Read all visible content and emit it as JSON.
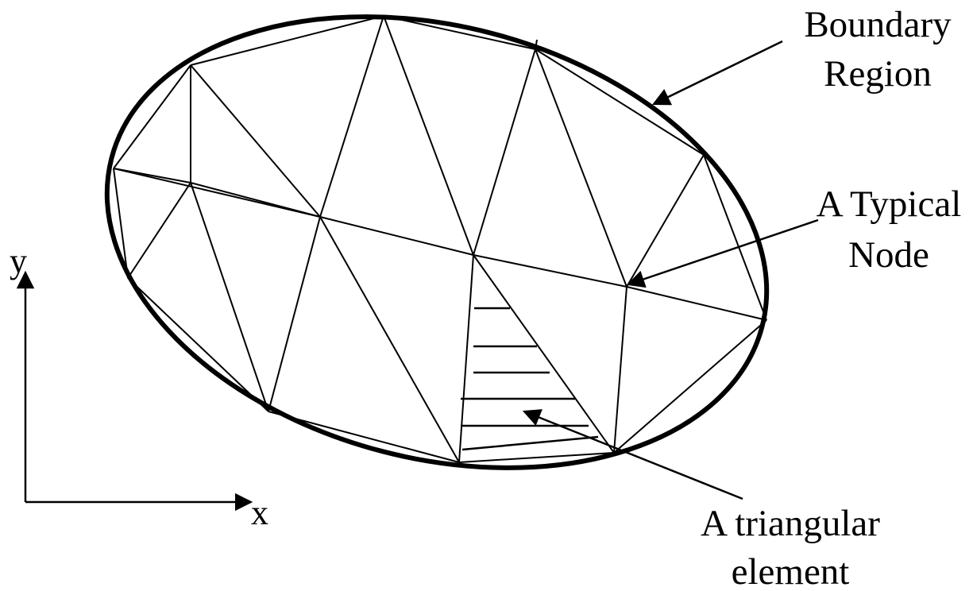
{
  "labels": {
    "boundary_region": [
      "Boundary",
      "Region"
    ],
    "typical_node": [
      "A Typical",
      "Node"
    ],
    "triangular_element": [
      "A triangular",
      "element"
    ]
  },
  "axes": {
    "x": "x",
    "y": "y"
  },
  "colors": {
    "ink": "#000000",
    "background": "#ffffff"
  }
}
